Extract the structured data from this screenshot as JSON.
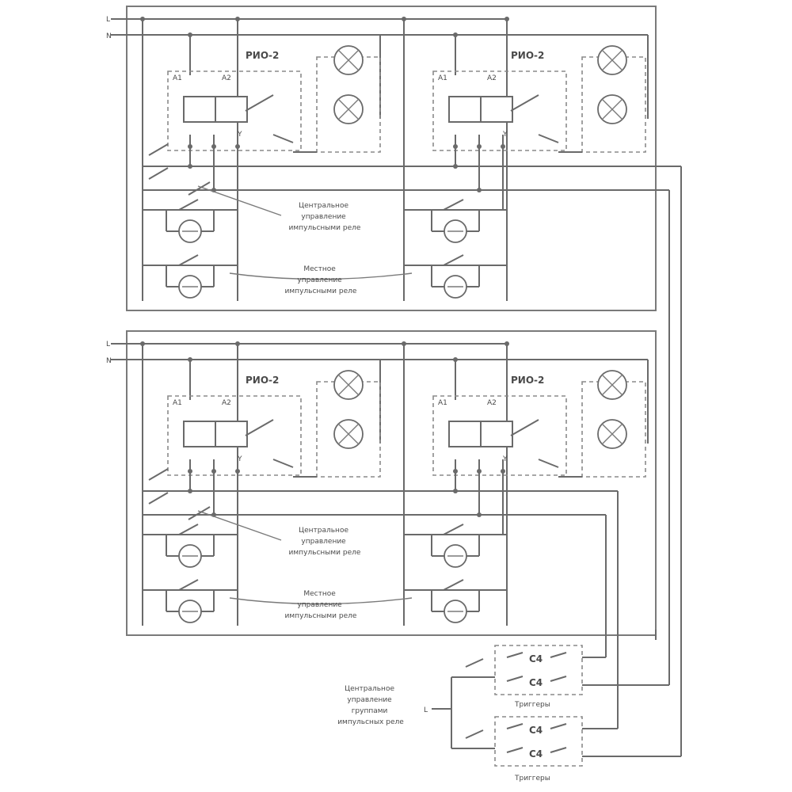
{
  "relay_label": "РИО-2",
  "terminal_a1": "A1",
  "terminal_a2": "A2",
  "terminal_y": "Y",
  "line_l": "L",
  "line_n": "N",
  "note_central": [
    "Центральное",
    "управление",
    "импульсными реле"
  ],
  "note_local": [
    "Местное",
    "управление",
    "импульсными реле"
  ],
  "note_group": [
    "Центральное",
    "управление",
    "группами",
    "импульсных реле"
  ],
  "group_module": "C4",
  "group_module_label": "Триггеры",
  "line_color": "#6a6a6a",
  "frame_color": "#7a7a7a"
}
